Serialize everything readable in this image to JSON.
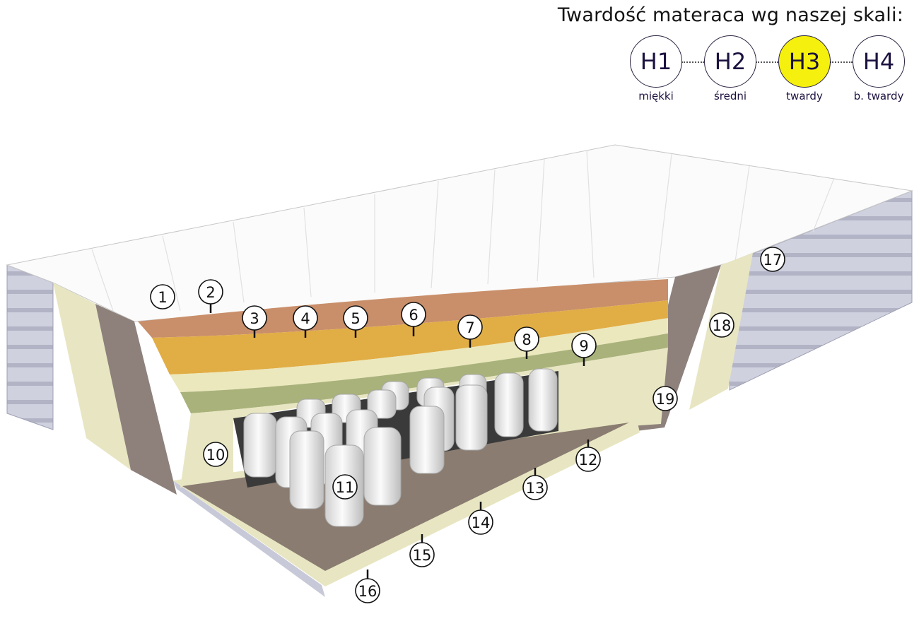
{
  "scale": {
    "title": "Twardość materaca wg naszej skali:",
    "selected": "H3",
    "highlight_color": "#f5f00d",
    "levels": [
      {
        "code": "H1",
        "label": "miękki"
      },
      {
        "code": "H2",
        "label": "średni"
      },
      {
        "code": "H3",
        "label": "twardy"
      },
      {
        "code": "H4",
        "label": "b. twardy"
      }
    ]
  },
  "diagram": {
    "layer_numbers": [
      "1",
      "2",
      "3",
      "4",
      "5",
      "6",
      "7",
      "8",
      "9",
      "10",
      "11",
      "12",
      "13",
      "14",
      "15",
      "16",
      "17",
      "18",
      "19"
    ],
    "colors": {
      "cover_top": "#fafafa",
      "side_stripes": "#c9cbd9",
      "foam_light": "#e9e6c4",
      "foam_green": "#a9b27a",
      "foam_orange": "#e1ad45",
      "foam_peach": "#c98f6a",
      "edge_brown": "#8e817b",
      "base_brown": "#8a7c71",
      "springs": "#ededed"
    }
  }
}
